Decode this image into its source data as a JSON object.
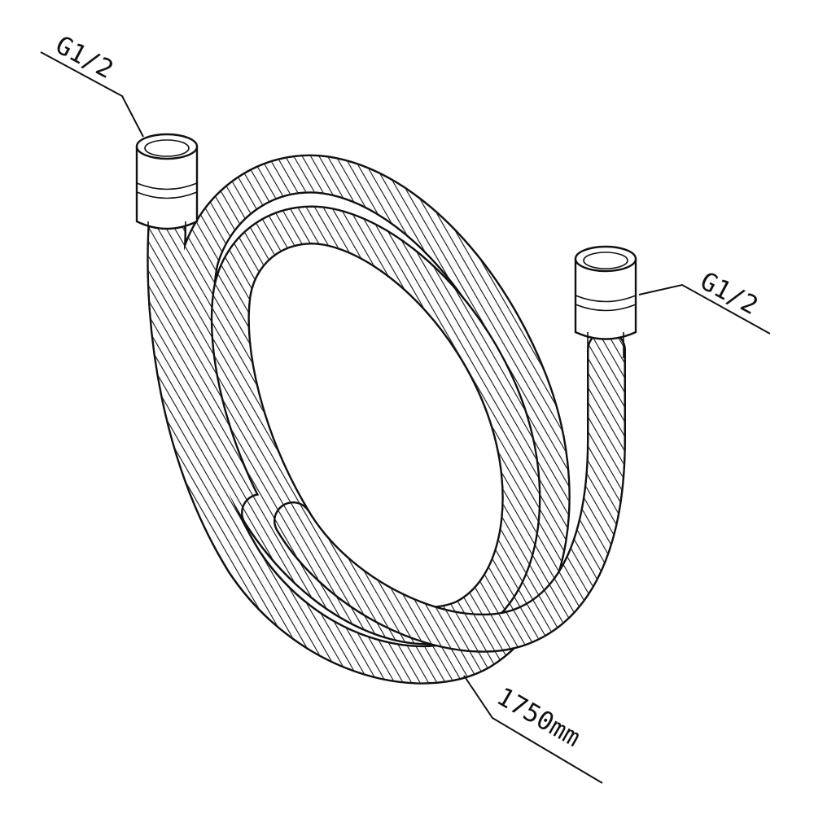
{
  "drawing": {
    "subject": "shower hose",
    "labels": {
      "left_fitting": "G1/2",
      "right_fitting": "G1/2",
      "length": "1750mm"
    }
  }
}
